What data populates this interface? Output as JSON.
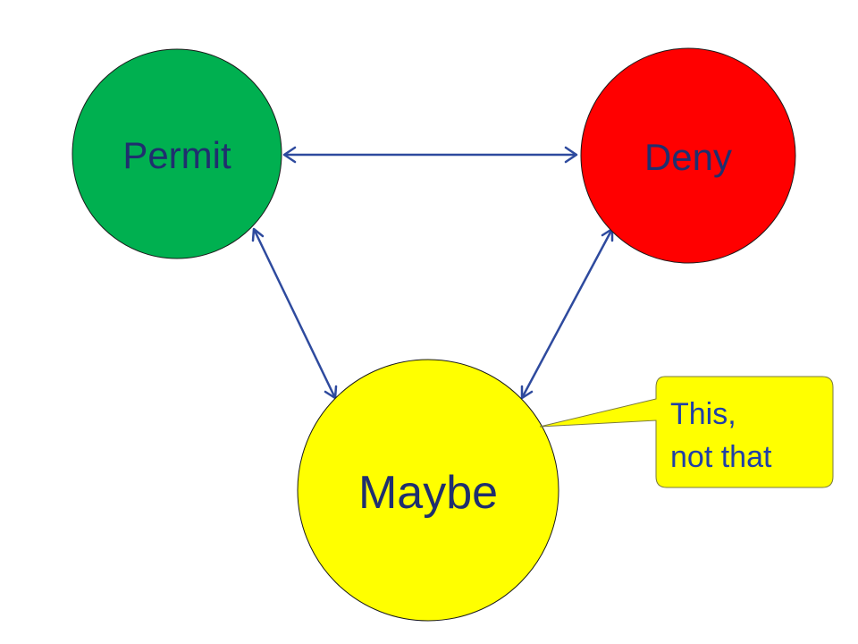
{
  "nodes": {
    "permit": {
      "label": "Permit",
      "color": "#00b050"
    },
    "deny": {
      "label": "Deny",
      "color": "#ff0000"
    },
    "maybe": {
      "label": "Maybe",
      "color": "#ffff00"
    }
  },
  "callout": {
    "line1": "This,",
    "line2": "not that",
    "color": "#ffff00"
  },
  "connector_color": "#2e4a9e"
}
